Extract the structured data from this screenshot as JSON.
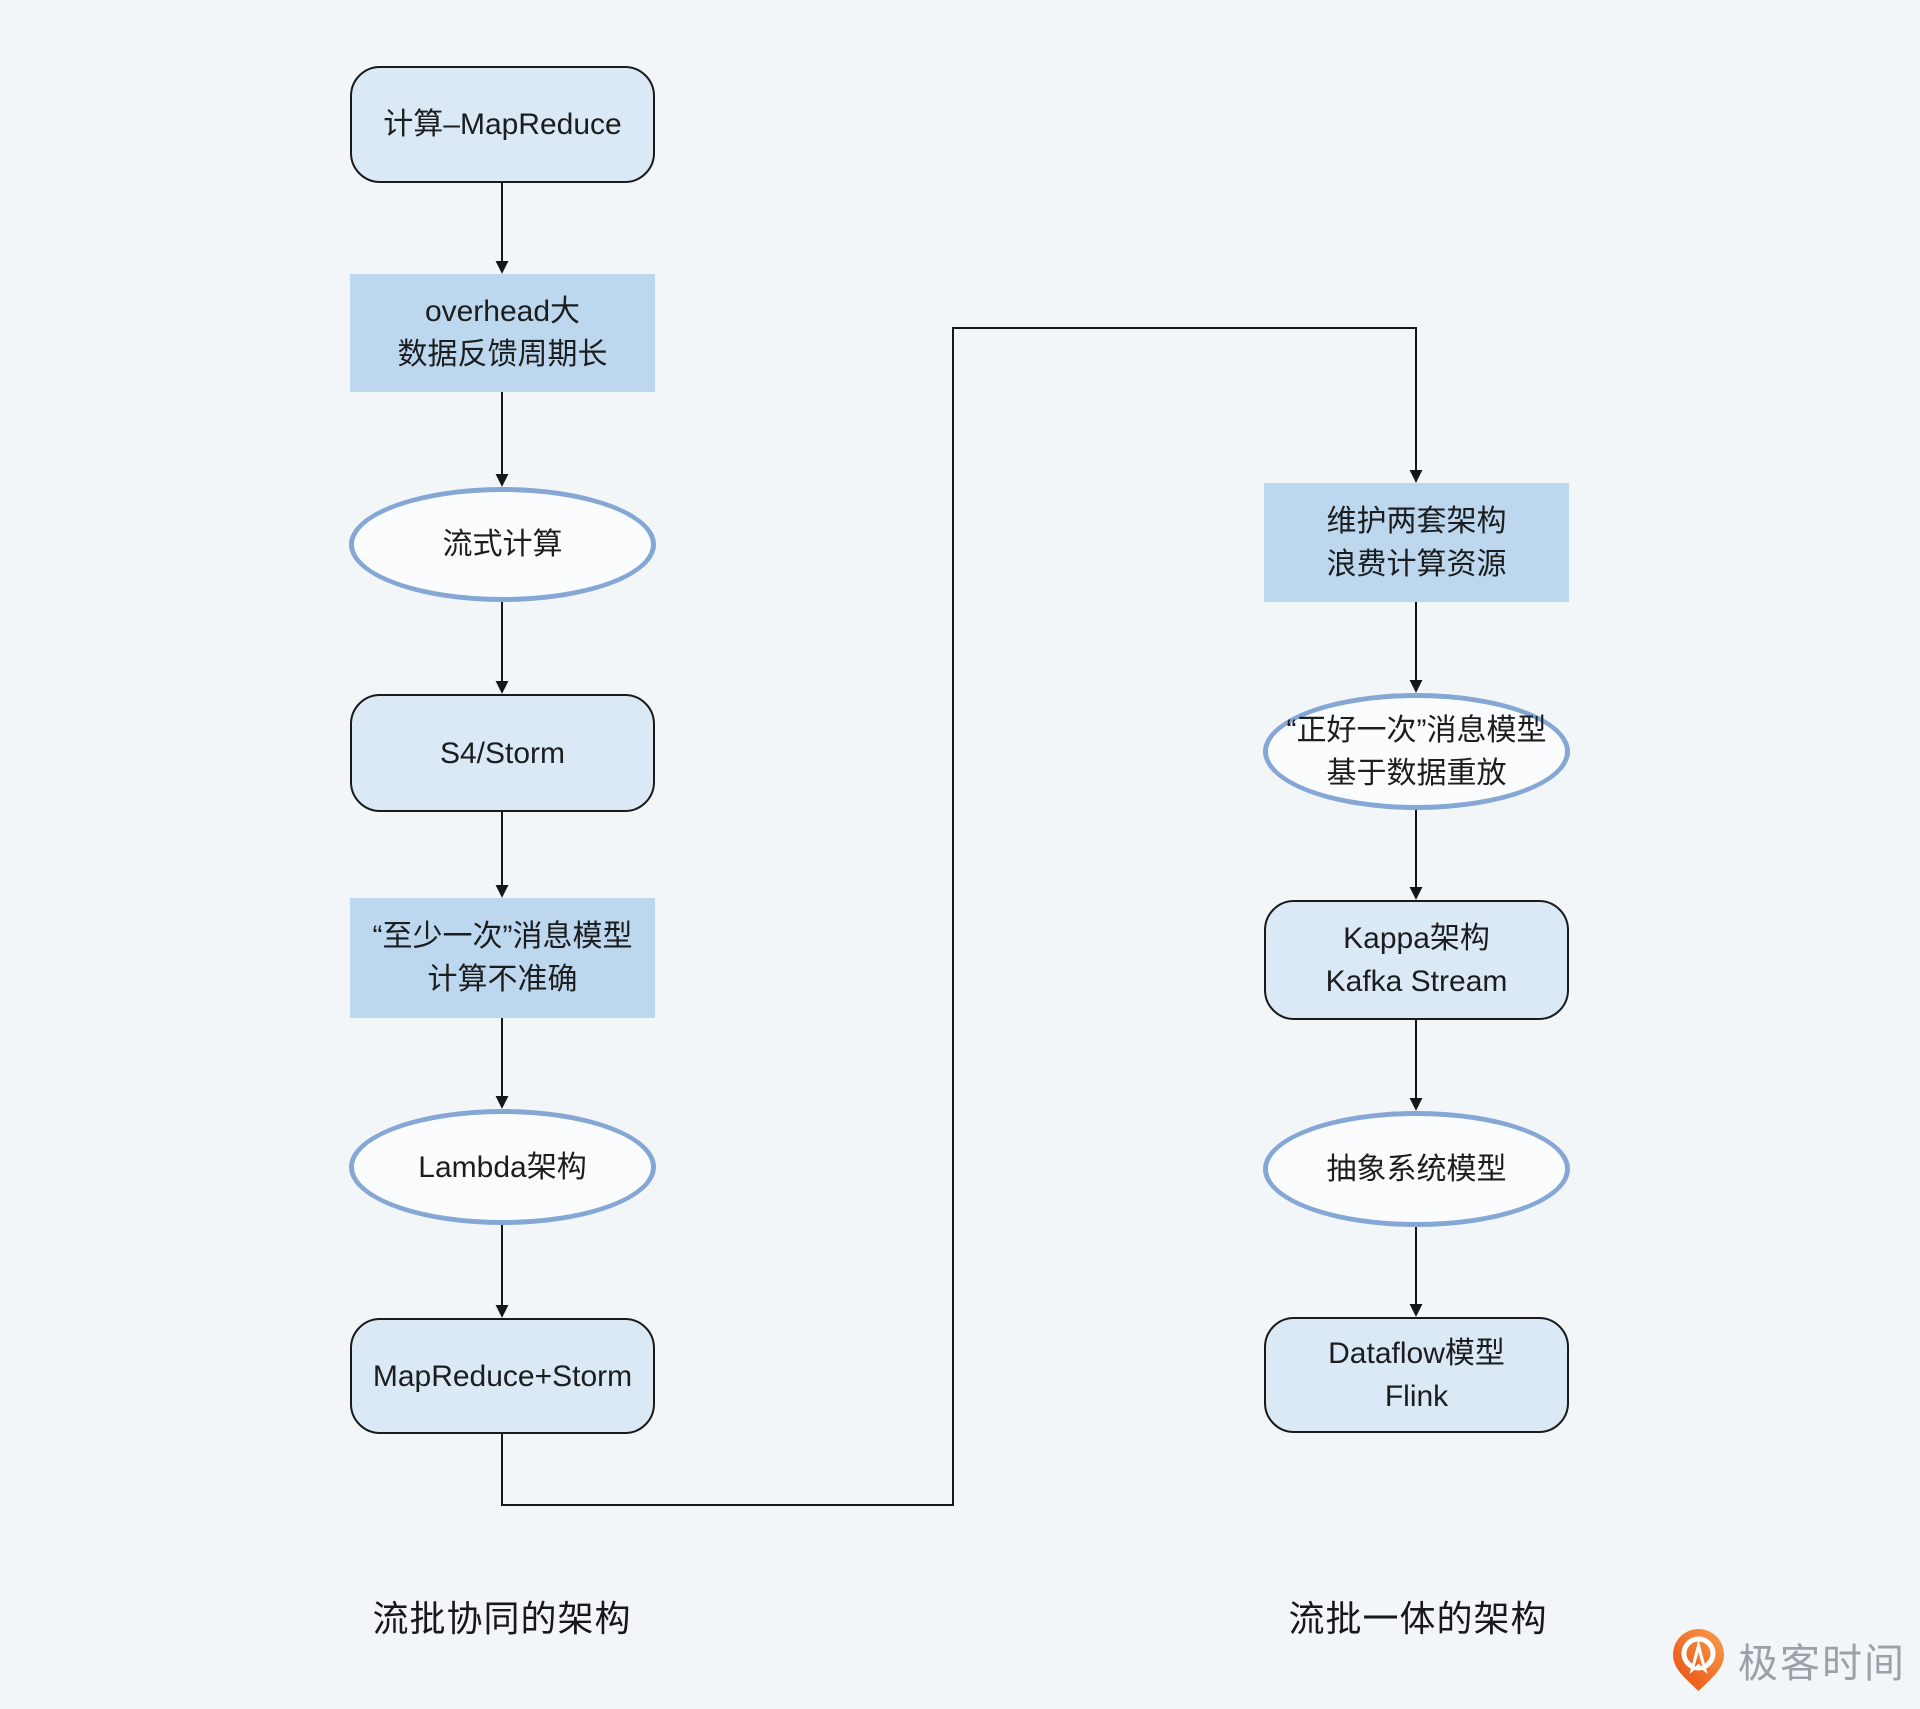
{
  "flow": {
    "left": {
      "caption": "流批协同的架构",
      "nodes": [
        {
          "shape": "rounded",
          "lines": [
            "计算–MapReduce"
          ]
        },
        {
          "shape": "rect",
          "lines": [
            "overhead大",
            "数据反馈周期长"
          ]
        },
        {
          "shape": "ellipse",
          "lines": [
            "流式计算"
          ]
        },
        {
          "shape": "rounded",
          "lines": [
            "S4/Storm"
          ]
        },
        {
          "shape": "rect",
          "lines": [
            "“至少一次”消息模型",
            "计算不准确"
          ]
        },
        {
          "shape": "ellipse",
          "lines": [
            "Lambda架构"
          ]
        },
        {
          "shape": "rounded",
          "lines": [
            "MapReduce+Storm"
          ]
        }
      ]
    },
    "right": {
      "caption": "流批一体的架构",
      "nodes": [
        {
          "shape": "rect",
          "lines": [
            "维护两套架构",
            "浪费计算资源"
          ]
        },
        {
          "shape": "ellipse",
          "lines": [
            "“正好一次”消息模型",
            "基于数据重放"
          ]
        },
        {
          "shape": "rounded",
          "lines": [
            "Kappa架构",
            "Kafka Stream"
          ]
        },
        {
          "shape": "ellipse",
          "lines": [
            "抽象系统模型"
          ]
        },
        {
          "shape": "rounded",
          "lines": [
            "Dataflow模型",
            "Flink"
          ]
        }
      ]
    }
  },
  "branding": {
    "logo_text": "极客时间"
  },
  "colors": {
    "background": "#f3f6f8",
    "rounded_node_fill": "#dbe9f6",
    "rect_node_fill": "#bdd8ee",
    "ellipse_fill": "#fbfcfd",
    "ellipse_border": "#85a7d5",
    "rounded_node_border": "#1a1a1a",
    "connector_line": "#15181b",
    "caption_text": "#16181a",
    "logo_orange": "#ee5a13",
    "logo_text_gray": "#9aa1a9"
  }
}
